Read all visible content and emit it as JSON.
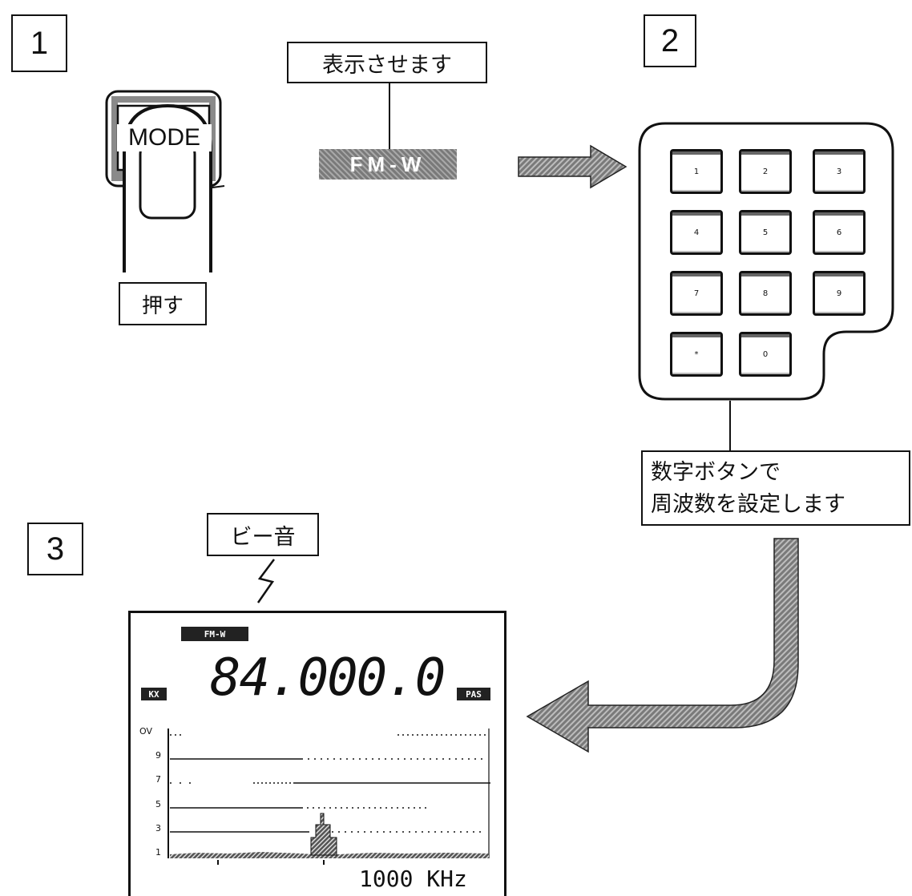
{
  "steps": {
    "one": "1",
    "two": "2",
    "three": "3"
  },
  "step1": {
    "mode_button": "MODE",
    "press_label": "押す",
    "display_label": "表示させます",
    "mode_tag": "FM-W"
  },
  "step2": {
    "keys": [
      "1",
      "2",
      "3",
      "4",
      "5",
      "6",
      "7",
      "8",
      "9",
      "*",
      "0"
    ],
    "instruction_line1": "数字ボタンで",
    "instruction_line2": "周波数を設定します"
  },
  "step3": {
    "beep_label": "ビー音",
    "lcd_mode": "FM-W",
    "lcd_left_tag": "KX",
    "lcd_right_tag": "PAS",
    "frequency": "84.000.0",
    "span": "1000 KHz",
    "levels": [
      "OV",
      "9",
      "7",
      "5",
      "3",
      "1"
    ]
  },
  "colors": {
    "ink": "#111111",
    "hatch": "#7a7a7a",
    "paper": "#ffffff"
  }
}
